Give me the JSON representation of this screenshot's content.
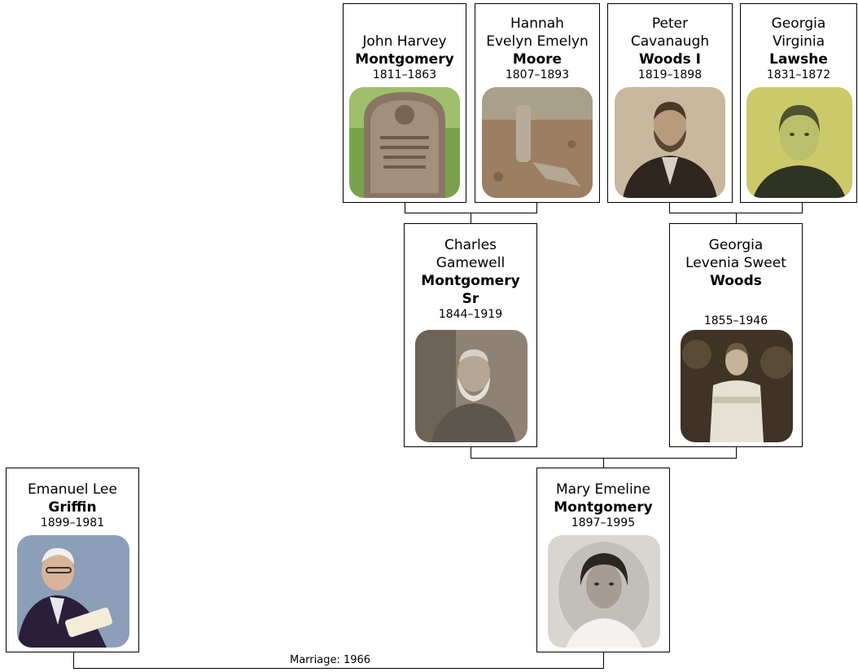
{
  "people": {
    "jhm": {
      "first": "John Harvey",
      "last": "Montgomery",
      "years": "1811–1863",
      "photo_icon": "gravestone-photo"
    },
    "hem": {
      "first_1": "Hannah",
      "first_2": "Evelyn Emelyn",
      "last": "Moore",
      "years": "1807–1893",
      "photo_icon": "grave-marker-photo"
    },
    "pcw": {
      "first_1": "Peter",
      "first_2": "Cavanaugh",
      "last": "Woods I",
      "years": "1819–1898",
      "photo_icon": "portrait-photo"
    },
    "gvl": {
      "first_1": "Georgia",
      "first_2": "Virginia",
      "last": "Lawshe",
      "years": "1831–1872",
      "photo_icon": "portrait-photo"
    },
    "cgm": {
      "first_1": "Charles",
      "first_2": "Gamewell",
      "last_1": "Montgomery",
      "last_2": "Sr",
      "years": "1844–1919",
      "photo_icon": "portrait-photo"
    },
    "glw": {
      "first_1": "Georgia",
      "first_2": "Levenia Sweet",
      "last": "Woods",
      "years": "1855–1946",
      "photo_icon": "portrait-photo"
    },
    "elg": {
      "first": "Emanuel Lee",
      "last": "Griffin",
      "years": "1899–1981",
      "photo_icon": "portrait-photo"
    },
    "mem": {
      "first": "Mary Emeline",
      "last": "Montgomery",
      "years": "1897–1995",
      "photo_icon": "portrait-photo"
    }
  },
  "marriage": {
    "label": "Marriage: 1966"
  }
}
